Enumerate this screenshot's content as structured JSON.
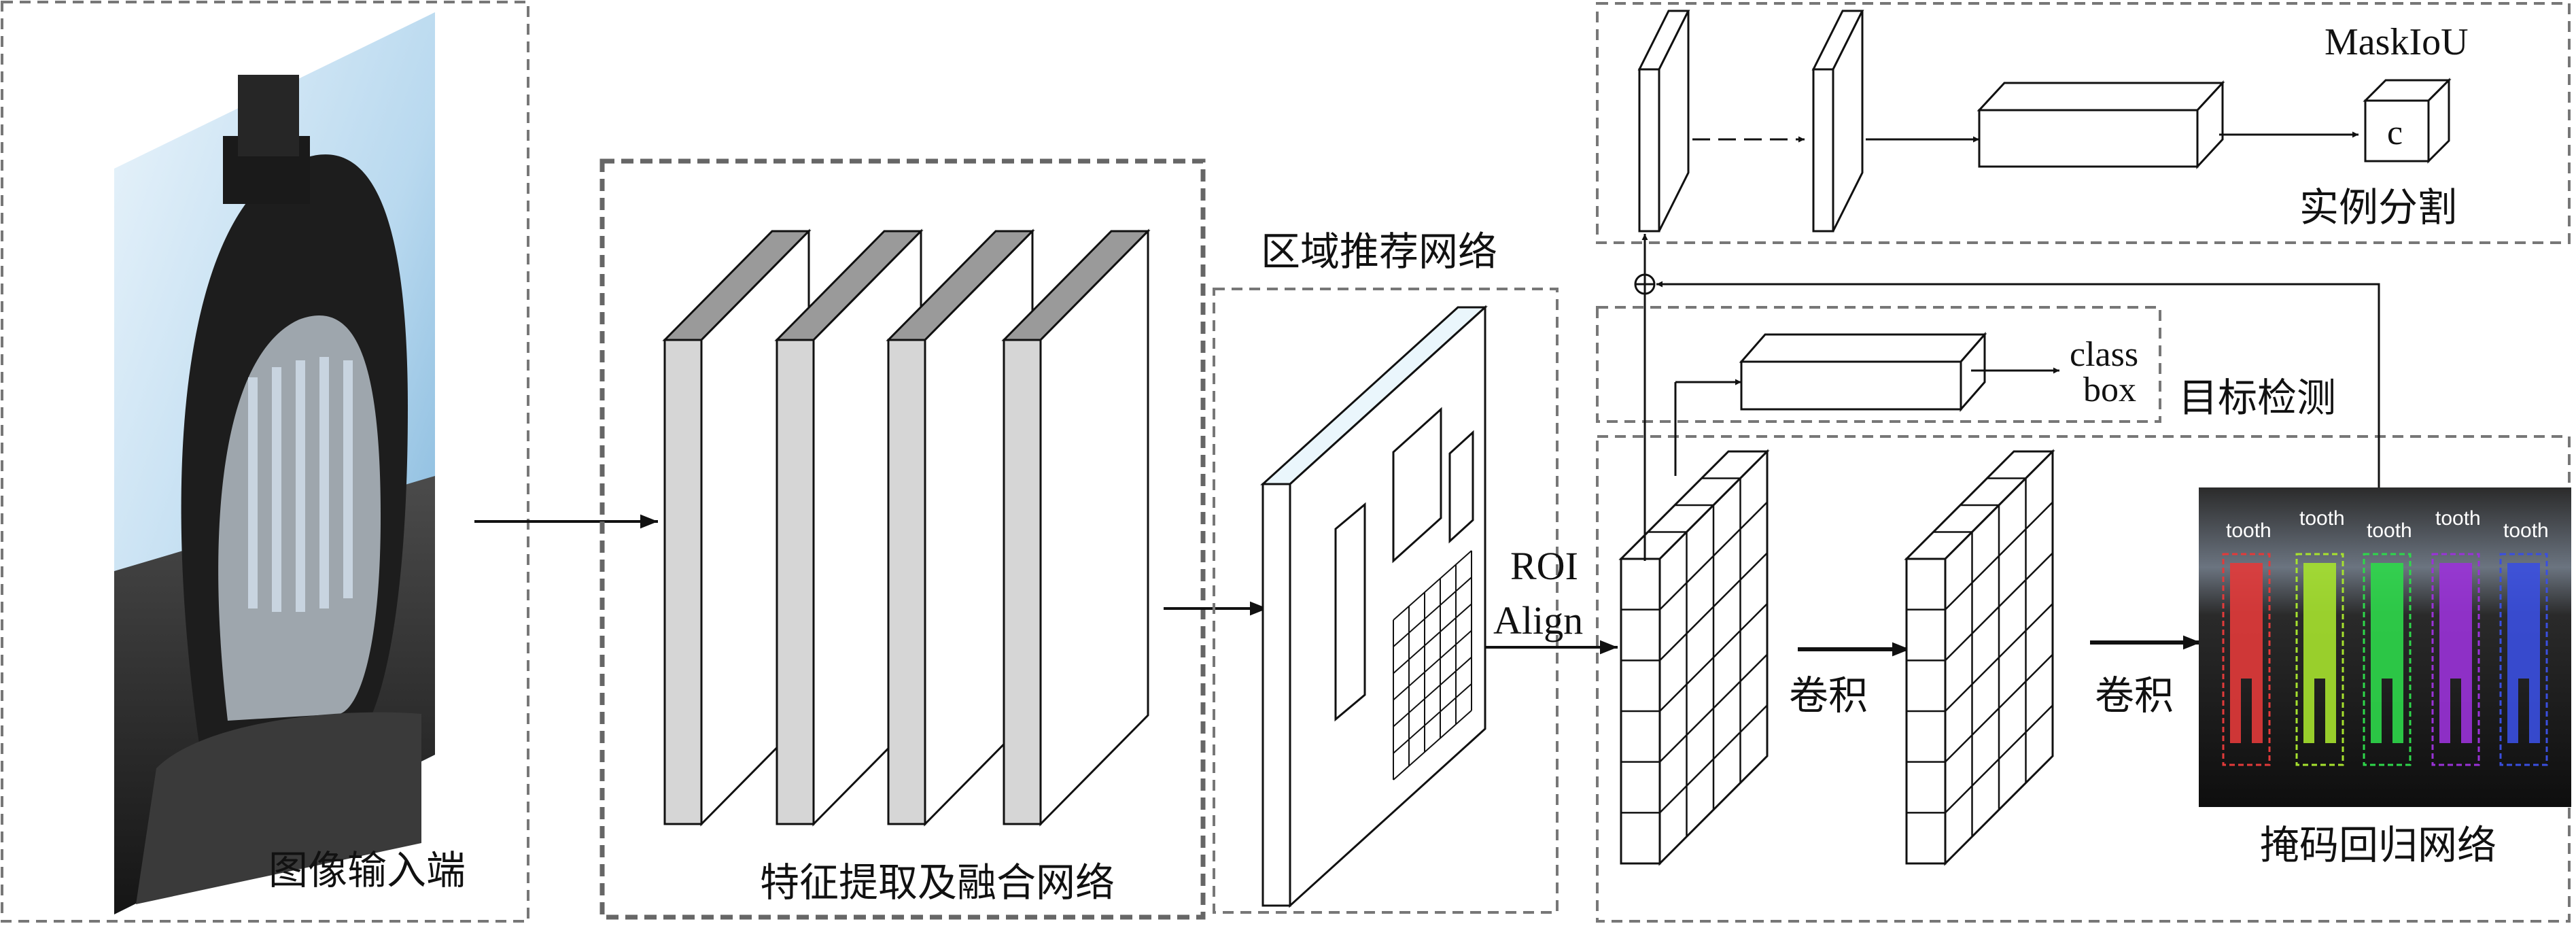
{
  "labels": {
    "image_input": "图像输入端",
    "feature_network": "特征提取及融合网络",
    "region_proposal": "区域推荐网络",
    "roi_line1": "ROI",
    "roi_line2": "Align",
    "conv_1": "卷积",
    "conv_2": "卷积",
    "mask_regression": "掩码回归网络",
    "object_detection": "目标检测",
    "class_text": "class",
    "box_text": "box",
    "maskiou": "MaskIoU",
    "cube_letter": "c",
    "instance_segmentation": "实例分割"
  },
  "mask_output": {
    "tooth_labels": [
      "tooth",
      "tooth",
      "tooth",
      "tooth",
      "tooth"
    ],
    "mask_colors": [
      "#e23a3a",
      "#a6e22e",
      "#2ed84a",
      "#9a32d8",
      "#3a4fe0"
    ]
  },
  "colors": {
    "line": "#111111",
    "dashed_border": "#777777",
    "slab_top": "#9a9a9a",
    "slab_side": "#d6d6d6"
  }
}
